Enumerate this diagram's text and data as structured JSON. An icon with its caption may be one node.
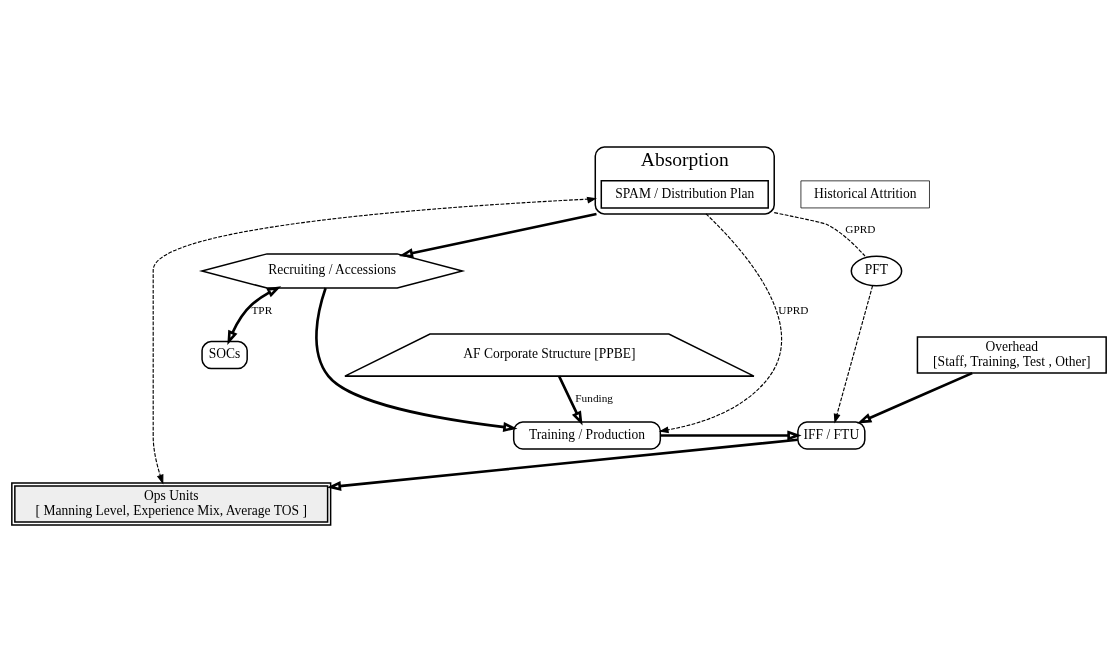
{
  "diagram": {
    "nodes": [
      {
        "text": [
          "Absorption"
        ]
      },
      {
        "text": [
          "SPAM / Distribution Plan"
        ],
        "in": 0
      },
      {
        "text": [
          "Ops Units",
          "[ Manning Level, Experience Mix, Average TOS ]"
        ]
      },
      {
        "text": [
          "Recruiting / Accessions"
        ]
      },
      {
        "text": [
          "Training / Production"
        ]
      },
      {
        "text": [
          "PFT"
        ]
      },
      {
        "text": [
          "IFF / FTU"
        ]
      },
      {
        "text": [
          "SOCs"
        ]
      },
      {
        "text": [
          "AF Corporate Structure [PPBE]"
        ]
      },
      {
        "text": [
          "Overhead",
          "[Staff, Training, Test , Other]"
        ]
      }
    ],
    "edges": [
      {
        "from": 0,
        "to": 2,
        "arrow": "both",
        "style": "dashed"
      },
      {
        "from": 0,
        "to": 3,
        "arrow": "to"
      },
      {
        "from": 0,
        "to": 4,
        "arrow": "to",
        "style": "dashed",
        "label": "UPRD"
      },
      {
        "from": 0,
        "to": 5,
        "arrow": "none",
        "style": "dashed",
        "label": "GPRD"
      },
      {
        "from": 5,
        "to": 6,
        "arrow": "to",
        "style": "dashed"
      },
      {
        "from": 3,
        "to": 4,
        "arrow": "to"
      },
      {
        "from": 3,
        "to": 7,
        "arrow": "both",
        "label": "TPR"
      },
      {
        "from": 4,
        "to": 6,
        "arrow": "to"
      },
      {
        "from": 6,
        "to": 2,
        "arrow": "to"
      },
      {
        "from": 9,
        "to": 6,
        "arrow": "to"
      },
      {
        "from": 8,
        "to": 4,
        "arrow": "to",
        "label": "Funding"
      }
    ],
    "labels": [
      "Historical Attrition"
    ]
  }
}
